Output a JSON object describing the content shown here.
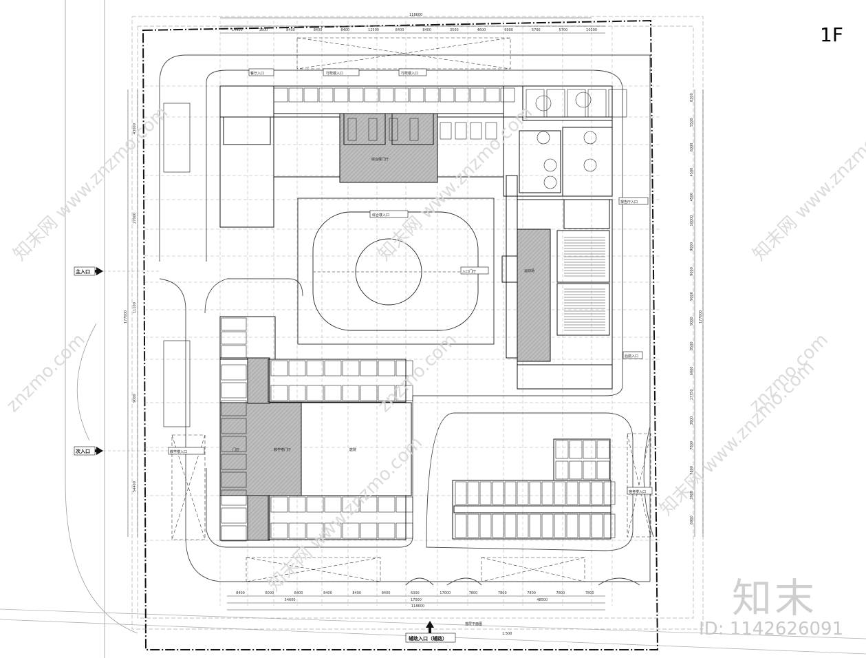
{
  "floor_label": "1F",
  "entrances": {
    "main": "主入口",
    "secondary": "次入口",
    "bottom": "辅助入口（辅路）"
  },
  "building_labels": {
    "dining_entry": "餐厅入口",
    "admin_entry_1": "行政楼入口",
    "admin_entry_2": "行政楼入口",
    "lobby": "综合楼门厅",
    "courtyard_entry": "综合楼入口",
    "east_entry": "入口门厅",
    "side_entry_1": "报告厅入口",
    "side_entry_2": "后勤入口",
    "dorm_entry": "宿舍楼入口",
    "teaching_entry": "教学楼入口",
    "west_hall": "门厅",
    "teaching_hall": "教学楼门厅",
    "courtyard": "庭院",
    "dorm_label": "宿舍楼入口",
    "sports": "运动场",
    "plan_title": "首层平面图"
  },
  "dimensions": {
    "top_total": "118600",
    "top_segments": [
      "14400",
      "1600",
      "8400",
      "8400",
      "8400",
      "12500",
      "8400",
      "8400",
      "3500",
      "4600",
      "6900",
      "5700",
      "5700",
      "10200"
    ],
    "bottom_segments": [
      "8400",
      "6000",
      "8400",
      "8400",
      "8400",
      "8400",
      "6300",
      "17000",
      "7800",
      "7800",
      "7800",
      "7800",
      "7800"
    ],
    "bottom_sub": [
      "54600",
      "17000",
      "48500"
    ],
    "bottom_total": "118600",
    "left_total": "177000",
    "right_total": "177000",
    "left_segments": [
      "43000",
      "27000",
      "11100",
      "9000",
      "54400"
    ],
    "right_segments": [
      "8300",
      "5500",
      "6000",
      "4500",
      "4500",
      "10000",
      "9000",
      "9000",
      "9000",
      "9000",
      "8500",
      "6000",
      "17750",
      "3900",
      "7800",
      "7800",
      "3900",
      "6900"
    ],
    "scale": "1:500"
  },
  "watermark": {
    "site": "znzmo.com",
    "site_full": "www.znzmo.com",
    "brand_cn": "知末网",
    "brand": "知末",
    "id": "ID: 1142626091"
  },
  "colors": {
    "line": "#1a1a1a",
    "hatch": "#b8b8b8",
    "guide": "#9a9a9a",
    "watermark": "#d6d6d6"
  }
}
